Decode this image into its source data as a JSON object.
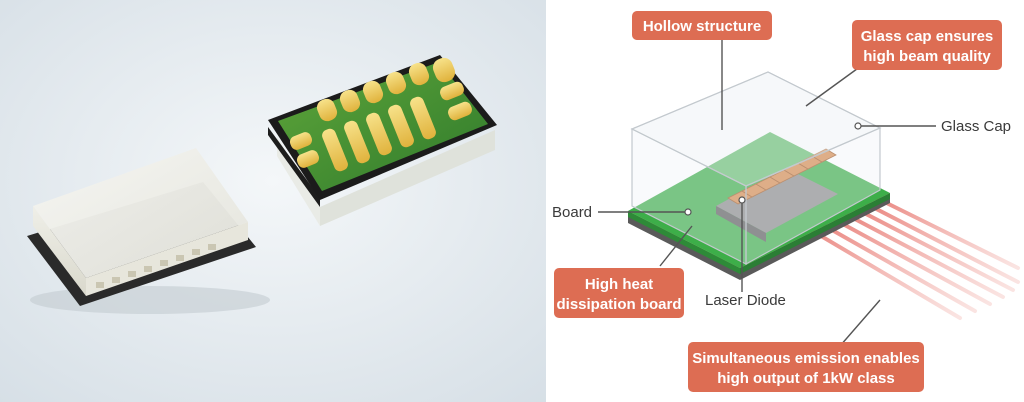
{
  "photo": {
    "background_color": "#dfe6ec",
    "caption": ""
  },
  "diagram": {
    "accent_color": "#dd6d53",
    "board_color": "#3dae49",
    "laser_color": "#e1524a",
    "callouts": {
      "hollow": {
        "lines": [
          "Hollow structure"
        ]
      },
      "glass_cap_quality": {
        "lines": [
          "Glass cap ensures",
          "high beam quality"
        ]
      },
      "heat_board": {
        "lines": [
          "High heat",
          "dissipation board"
        ]
      },
      "emission": {
        "lines": [
          "Simultaneous emission enables",
          "high output of 1kW class"
        ]
      }
    },
    "labels": {
      "glass_cap": "Glass Cap",
      "board": "Board",
      "laser_diode": "Laser Diode"
    }
  }
}
